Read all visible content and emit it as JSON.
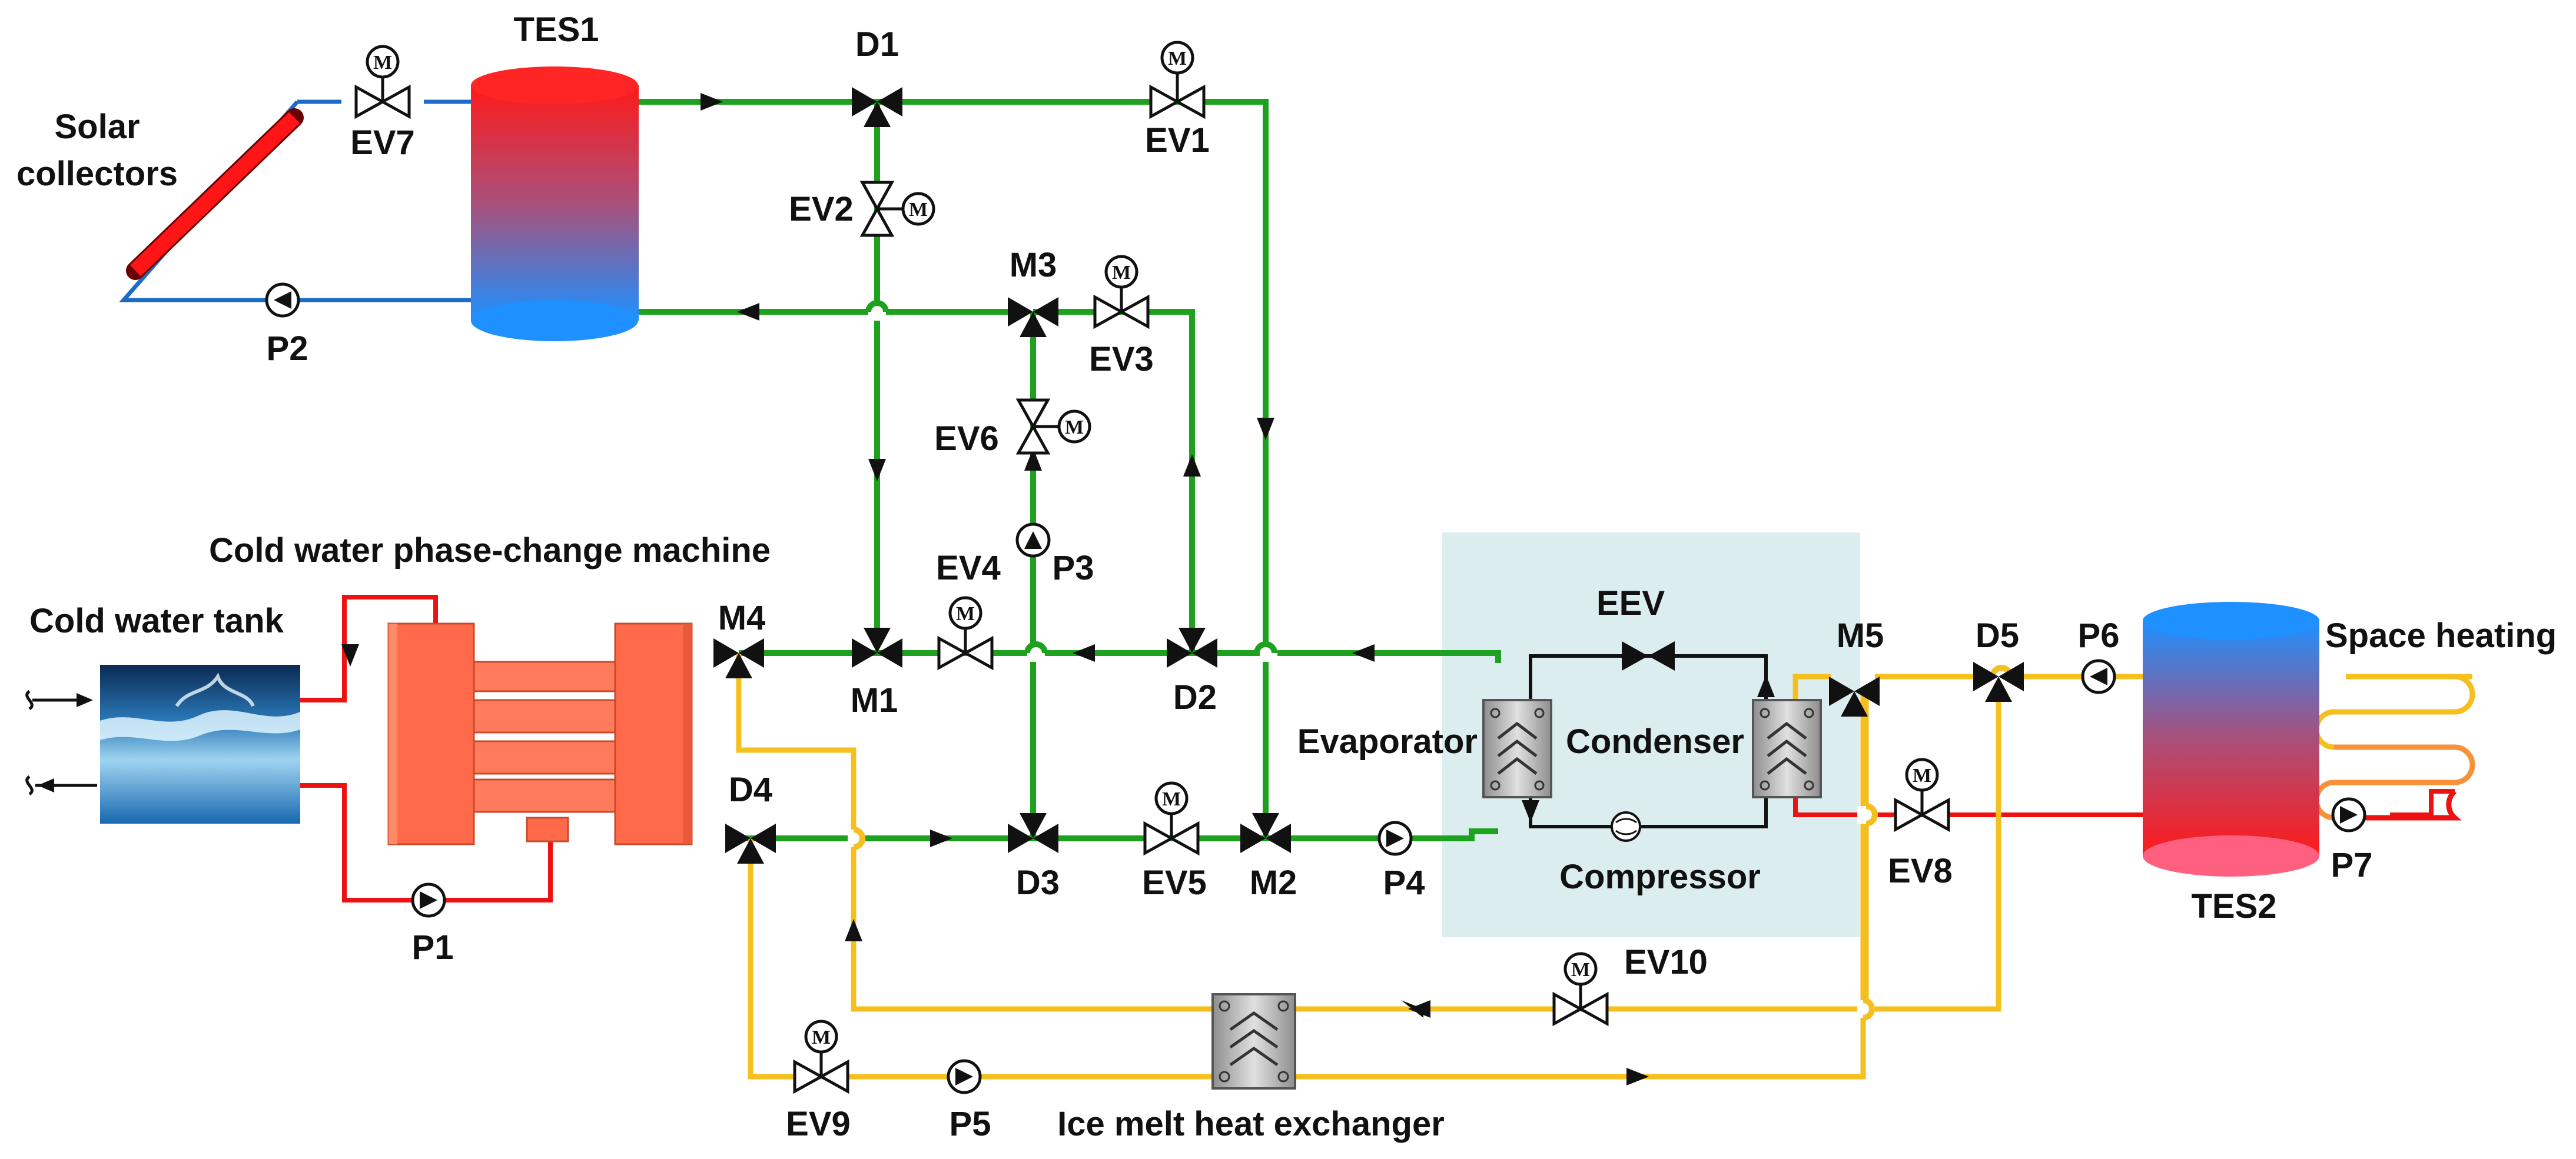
{
  "labels": {
    "tes1": "TES1",
    "solar_collectors_line1": "Solar",
    "solar_collectors_line2": "collectors",
    "ev7": "EV7",
    "p2": "P2",
    "d1": "D1",
    "ev1": "EV1",
    "ev2": "EV2",
    "m3": "M3",
    "ev3": "EV3",
    "ev6": "EV6",
    "p3": "P3",
    "cold_water_pcm": "Cold water phase-change machine",
    "cold_water_tank": "Cold water tank",
    "m4": "M4",
    "ev4": "EV4",
    "m1": "M1",
    "d2": "D2",
    "eev": "EEV",
    "evaporator": "Evaporator",
    "condenser": "Condenser",
    "compressor": "Compressor",
    "m5": "M5",
    "d5": "D5",
    "p6": "P6",
    "space_heating": "Space heating",
    "d4": "D4",
    "ev5": "EV5",
    "d3": "D3",
    "m2": "M2",
    "p4": "P4",
    "ev8": "EV8",
    "tes2": "TES2",
    "p7": "P7",
    "p1": "P1",
    "ev10": "EV10",
    "ev9": "EV9",
    "p5": "P5",
    "ice_melt_hx": "Ice melt heat exchanger",
    "motor_symbol": "M"
  },
  "colors": {
    "cold_loop": "#1ea11e",
    "hot_water": "#ee1111",
    "ice_melt_loop": "#f5bf1f",
    "solar_loop": "#1c6cc7",
    "refrigerant": "#111111",
    "heat_pump_box": "#dcedef",
    "pcm_machine": "#ff6b4a"
  },
  "icons": [
    "motor-valve-icon",
    "pump-icon",
    "three-way-valve-icon",
    "heat-exchanger-icon",
    "compressor-icon",
    "tank-icon",
    "solar-panel-icon",
    "water-tank-icon",
    "radiant-coil-icon"
  ]
}
